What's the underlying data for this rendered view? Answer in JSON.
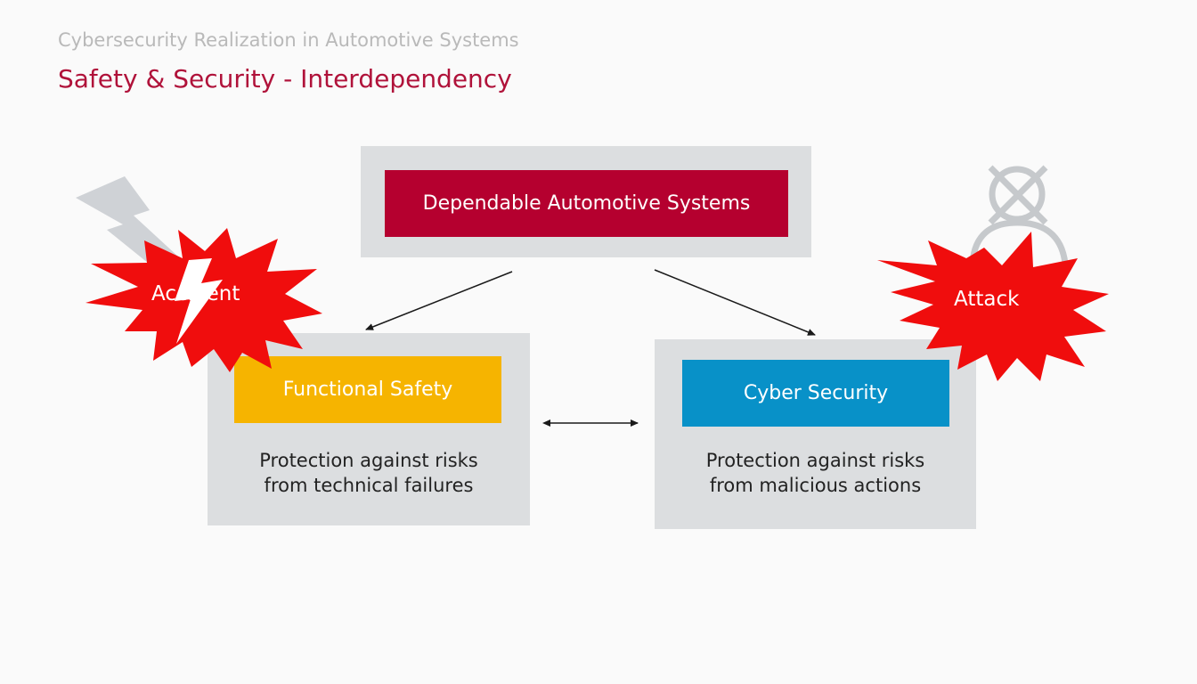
{
  "header": {
    "subtitle": "Cybersecurity Realization in Automotive Systems",
    "title": "Safety & Security - Interdependency"
  },
  "diagram": {
    "top_box": {
      "label": "Dependable Automotive Systems",
      "color": "#b5002f"
    },
    "left_box": {
      "label": "Functional Safety",
      "color": "#f6b400",
      "description_line1": "Protection against risks",
      "description_line2": "from technical failures"
    },
    "right_box": {
      "label": "Cyber Security",
      "color": "#0891c8",
      "description_line1": "Protection against risks",
      "description_line2": "from malicious actions"
    },
    "accident_burst": {
      "label": "Accident",
      "icon": "lightning-icon",
      "color": "#f00d0d"
    },
    "attack_burst": {
      "label": "Attack",
      "icon": "crossed-person-icon",
      "color": "#f00d0d"
    },
    "panel_color": "#dcdee0",
    "title_color": "#b0123a"
  }
}
